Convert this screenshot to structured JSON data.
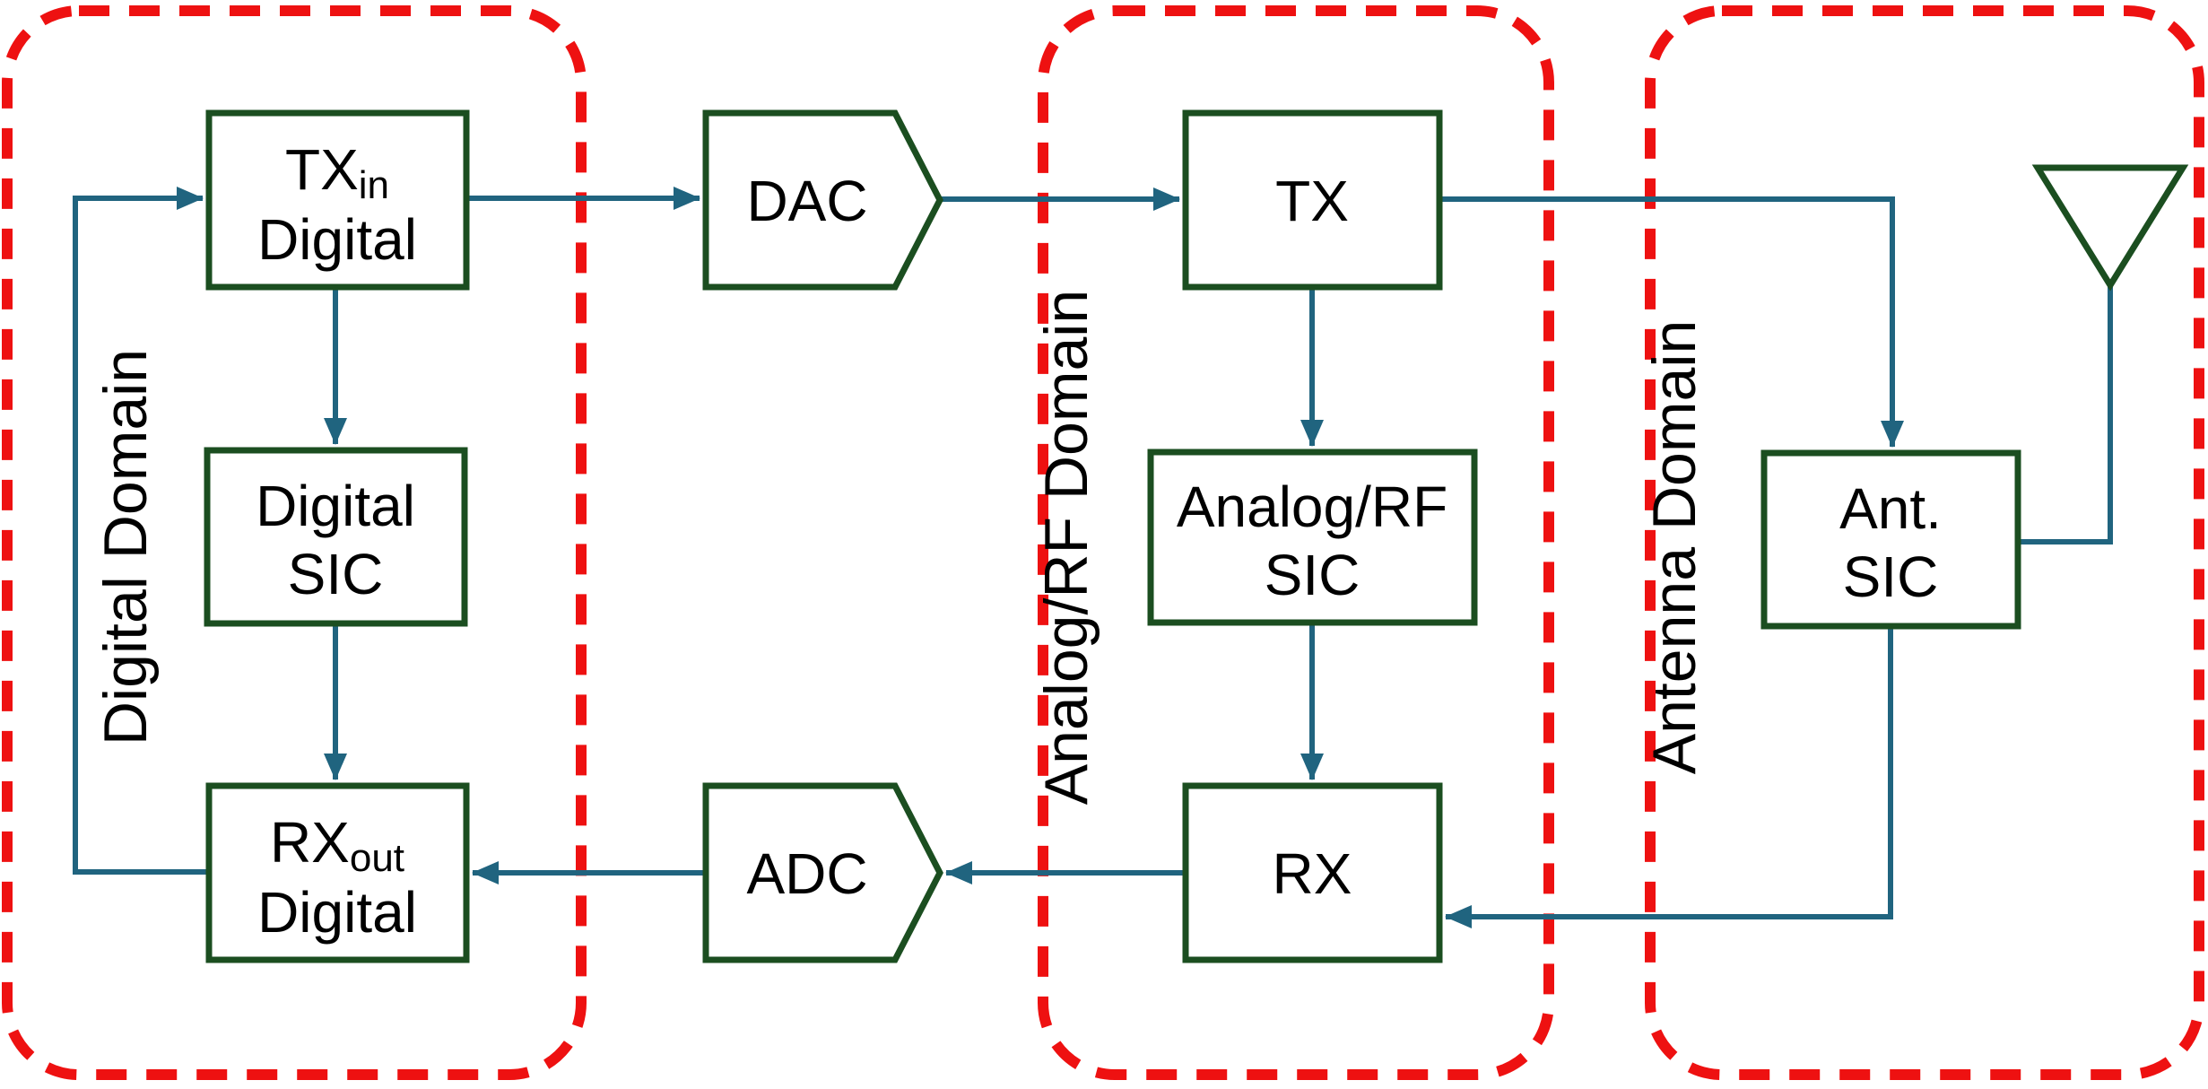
{
  "diagram": {
    "description": "Full-duplex transceiver self-interference cancellation block diagram",
    "colors": {
      "box_stroke": "#1b4e20",
      "connector": "#20647f",
      "domain_outline": "#ee1111",
      "label_text": "#000000",
      "background": "#ffffff"
    },
    "domains": {
      "digital": {
        "label": "Digital Domain"
      },
      "analog_rf": {
        "label": "Analog/RF Domain"
      },
      "antenna": {
        "label": "Antenna Domain"
      }
    },
    "nodes": {
      "tx_in": {
        "main": "TX",
        "sub": "in",
        "line2": "Digital"
      },
      "digital_sic": {
        "line1": "Digital",
        "line2": "SIC"
      },
      "rx_out": {
        "main": "RX",
        "sub": "out",
        "line2": "Digital"
      },
      "dac": {
        "label": "DAC"
      },
      "adc": {
        "label": "ADC"
      },
      "tx": {
        "label": "TX"
      },
      "analog_rf_sic": {
        "line1": "Analog/RF",
        "line2": "SIC"
      },
      "rx": {
        "label": "RX"
      },
      "ant_sic": {
        "line1": "Ant.",
        "line2": "SIC"
      }
    },
    "icons": {
      "antenna": "antenna-icon"
    }
  }
}
